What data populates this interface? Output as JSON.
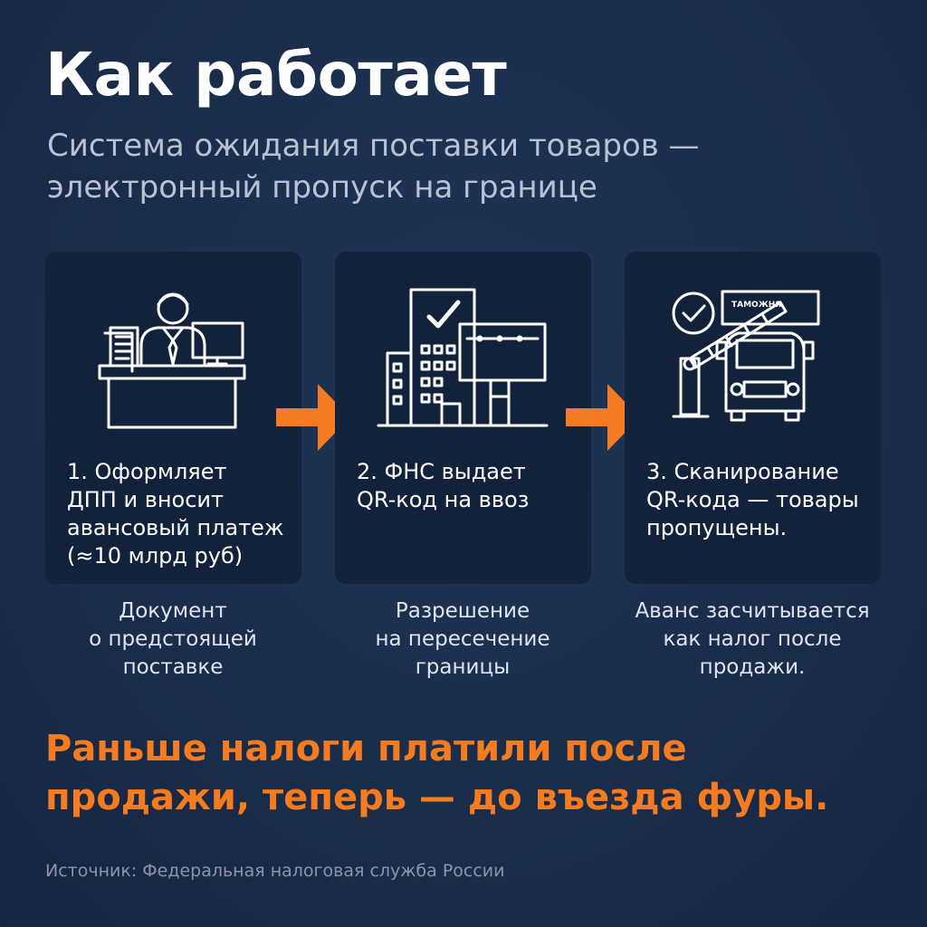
{
  "header": {
    "title": "Как работает",
    "subtitle": "Система ожидания поставки товаров — электронный пропуск на границе"
  },
  "steps": [
    {
      "text": "1. Оформляет\nДПП и вносит\nавансовый платеж\n(≈10 млрд руб)",
      "caption": "Документ\nо предстоящей\nпоставке",
      "icon": "office-worker-icon"
    },
    {
      "text": "2. ФНС выдает\nQR-код на ввоз",
      "caption": "Разрешение\nна пересечение\nграницы",
      "icon": "tax-office-building-icon"
    },
    {
      "text": "3. Сканирование\nQR-кода — товары\nпропущены.",
      "caption": "Аванс засчитывается\nкак налог после\nпродажи.",
      "icon": "customs-truck-icon",
      "sign_label": "ТАМОЖНЯ"
    }
  ],
  "highlight": "Раньше налоги платили после продажи, теперь — до въезда фуры.",
  "source": "Источник: Федеральная налоговая служба России",
  "colors": {
    "background": "#1a2d4b",
    "card": "#12223b",
    "accent": "#f47b20",
    "text": "#ffffff",
    "muted": "#b8c2d2"
  }
}
